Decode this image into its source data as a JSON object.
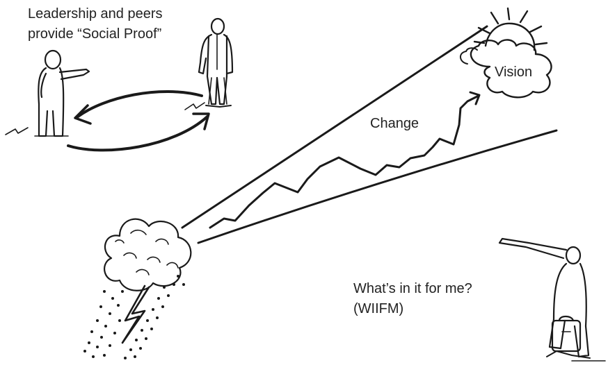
{
  "labels": {
    "social_proof_line1": "Leadership and peers",
    "social_proof_line2": "provide “Social Proof”",
    "change": "Change",
    "vision": "Vision",
    "wiifm_line1": "What’s in it for me?",
    "wiifm_line2": "(WIIFM)"
  },
  "colors": {
    "ink": "#1a1a1a",
    "text": "#222222",
    "background": "#ffffff"
  }
}
